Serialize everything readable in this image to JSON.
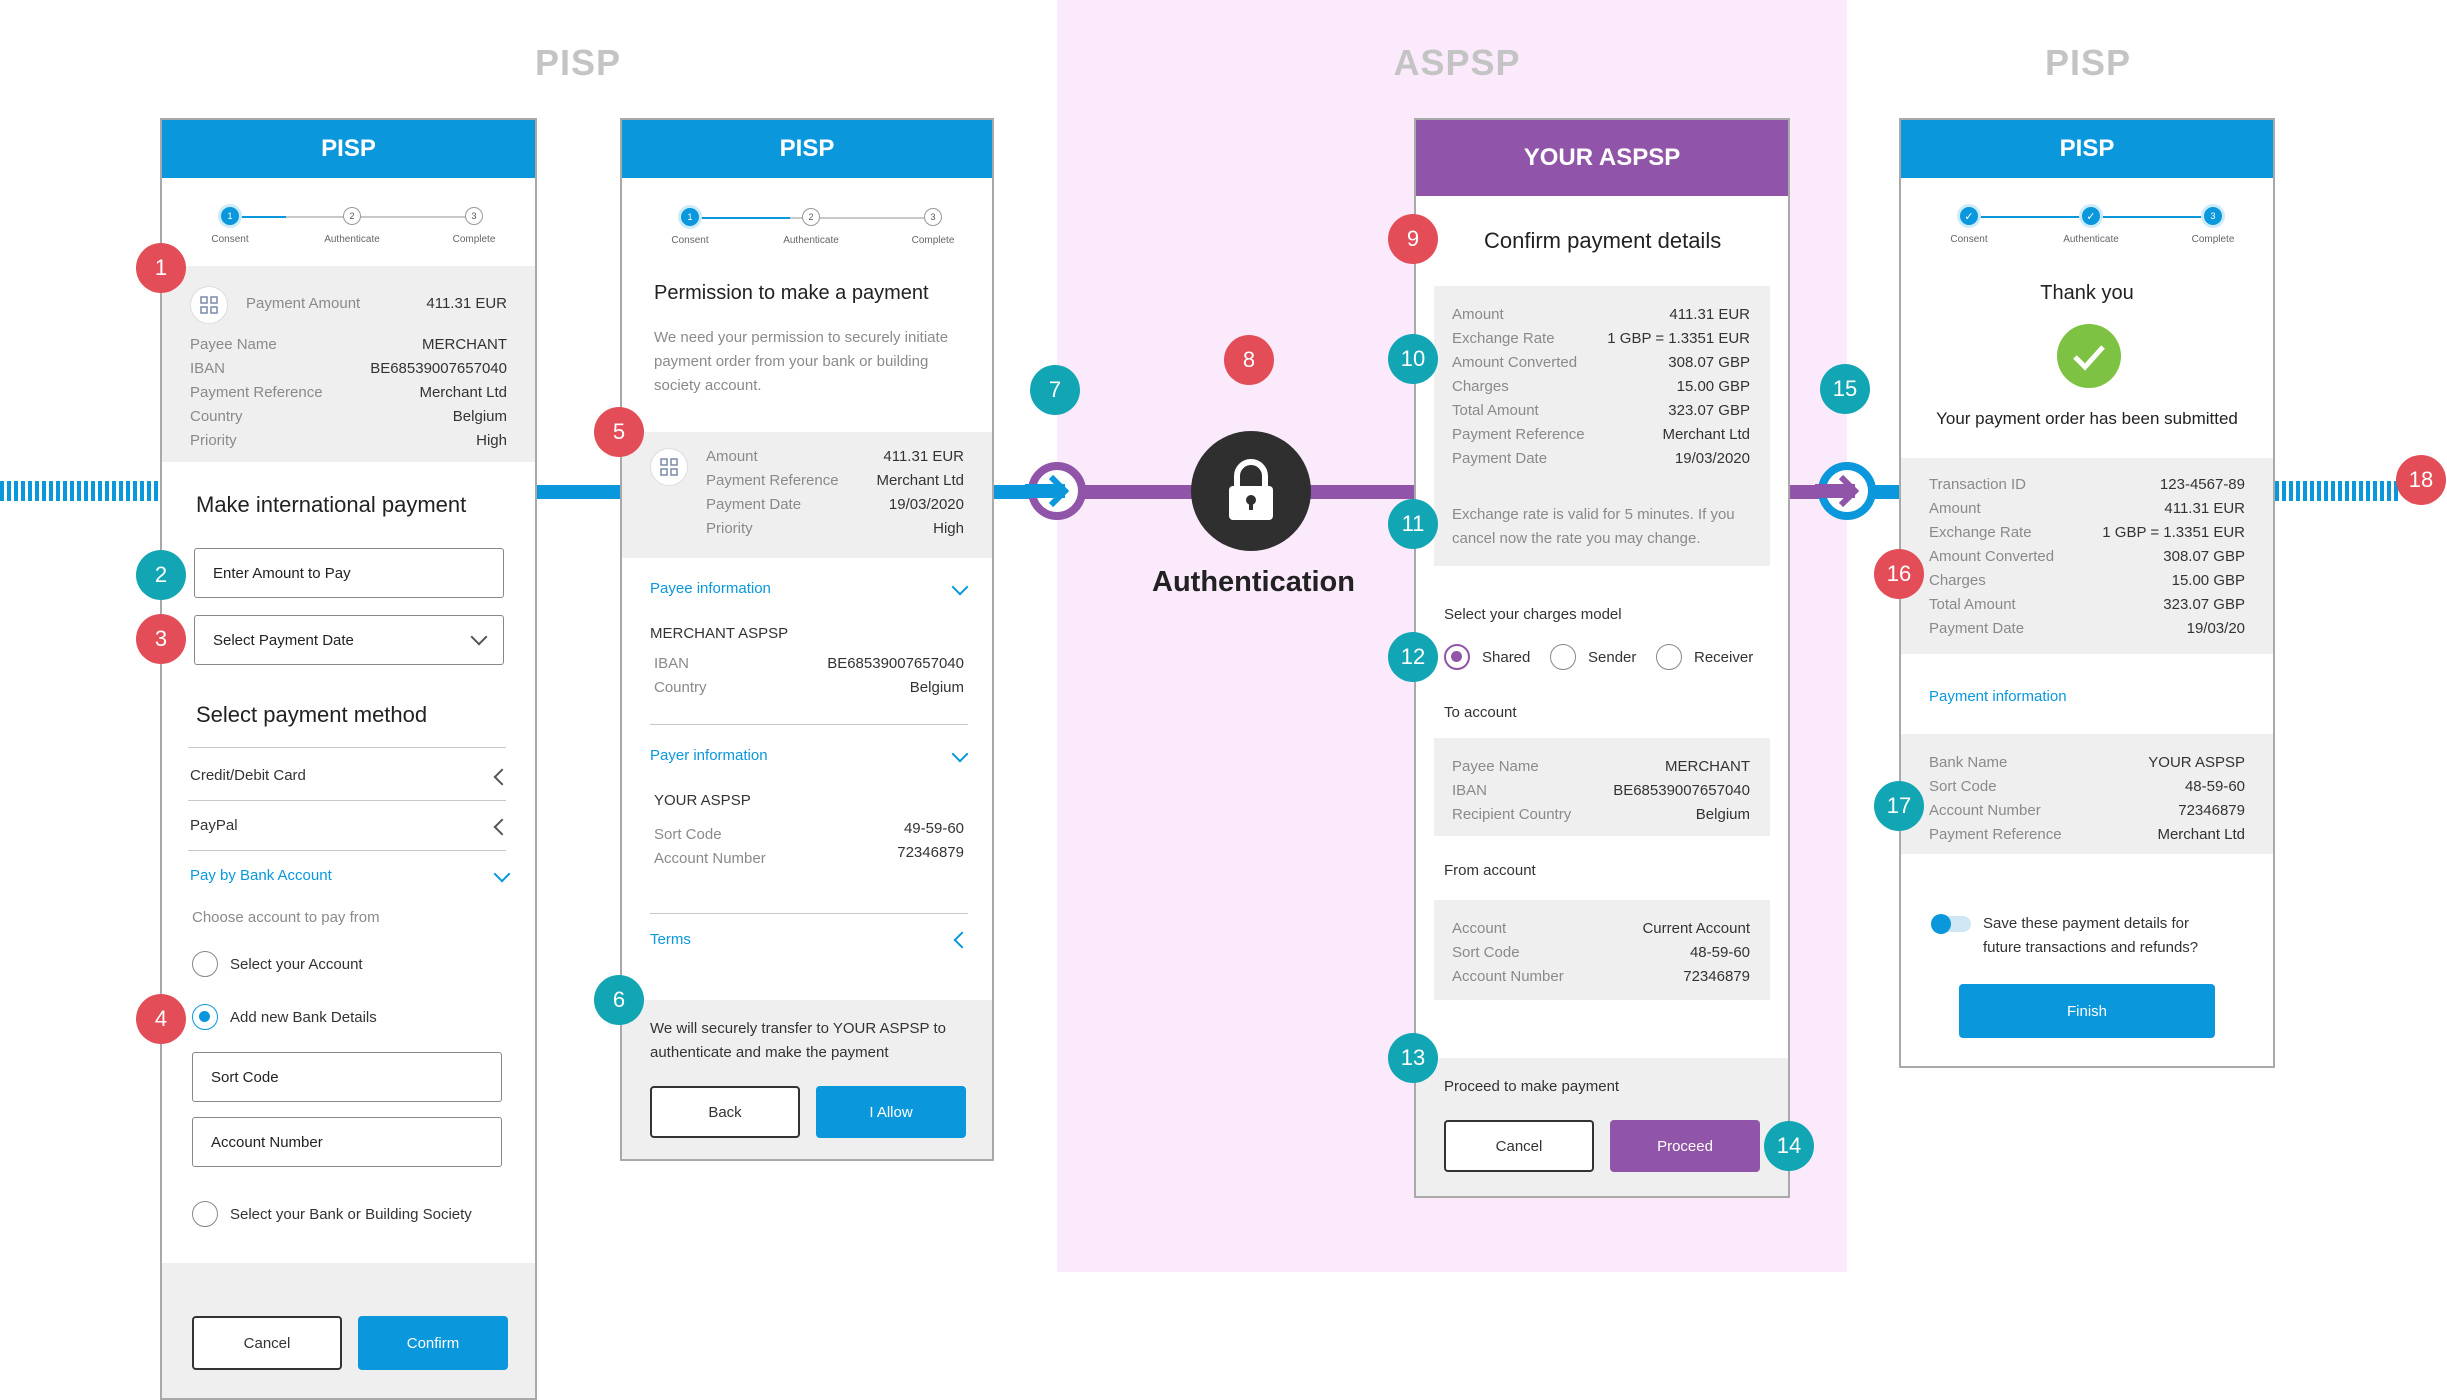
{
  "sections": {
    "pisp_left": "PISP",
    "aspsp": "ASPSP",
    "pisp_right": "PISP"
  },
  "colors": {
    "blue": "#0a97dc",
    "purple": "#9054a8",
    "red_badge": "#e24d58",
    "teal_badge": "#12a5b3",
    "aspsp_zone": "#faeafc"
  },
  "steps": [
    "Consent",
    "Authenticate",
    "Complete"
  ],
  "screen1": {
    "header": "PISP",
    "payment_amount_label": "Payment Amount",
    "payment_amount_value": "411.31 EUR",
    "rows": [
      {
        "label": "Payee Name",
        "value": "MERCHANT"
      },
      {
        "label": "IBAN",
        "value": "BE68539007657040"
      },
      {
        "label": "Payment Reference",
        "value": "Merchant Ltd"
      },
      {
        "label": "Country",
        "value": "Belgium"
      },
      {
        "label": "Priority",
        "value": "High"
      }
    ],
    "title": "Make international payment",
    "amount_field": "Enter Amount to Pay",
    "date_select": "Select Payment Date",
    "method_title": "Select payment method",
    "method_card": "Credit/Debit Card",
    "method_paypal": "PayPal",
    "method_bank": "Pay by Bank Account",
    "choose_account": "Choose account to pay from",
    "radio_select_account": "Select your Account",
    "radio_new_bank": "Add new Bank Details",
    "sort_code": "Sort Code",
    "account_number": "Account Number",
    "radio_select_bank": "Select your Bank or Building Society",
    "cancel": "Cancel",
    "confirm": "Confirm"
  },
  "screen2": {
    "header": "PISP",
    "title": "Permission to make a payment",
    "desc1": "We need your permission to securely initiate",
    "desc2": "payment order from your bank or building",
    "desc3": "society account.",
    "rows": [
      {
        "label": "Amount",
        "value": "411.31 EUR"
      },
      {
        "label": "Payment Reference",
        "value": "Merchant Ltd"
      },
      {
        "label": "Payment Date",
        "value": "19/03/2020"
      },
      {
        "label": "Priority",
        "value": "High"
      }
    ],
    "payee_info": "Payee information",
    "payee_name": "MERCHANT ASPSP",
    "payee_rows": [
      {
        "label": "IBAN",
        "value": "BE68539007657040"
      },
      {
        "label": "Country",
        "value": "Belgium"
      }
    ],
    "payer_info": "Payer information",
    "payer_name": "YOUR ASPSP",
    "payer_rows": [
      {
        "label": "Sort Code",
        "value": "49-59-60"
      },
      {
        "label": "Account Number",
        "value": "72346879"
      }
    ],
    "terms": "Terms",
    "transfer1": "We will securely transfer to YOUR ASPSP to",
    "transfer2": "authenticate and make the payment",
    "back": "Back",
    "allow": "I Allow"
  },
  "auth": {
    "label": "Authentication"
  },
  "screen3": {
    "header": "YOUR ASPSP",
    "title": "Confirm payment details",
    "rows": [
      {
        "label": "Amount",
        "value": "411.31 EUR"
      },
      {
        "label": "Exchange Rate",
        "value": "1 GBP = 1.3351 EUR"
      },
      {
        "label": "Amount Converted",
        "value": "308.07 GBP"
      },
      {
        "label": "Charges",
        "value": "15.00 GBP"
      },
      {
        "label": "Total Amount",
        "value": "323.07 GBP"
      },
      {
        "label": "Payment Reference",
        "value": "Merchant Ltd"
      },
      {
        "label": "Payment Date",
        "value": "19/03/2020"
      }
    ],
    "rate_note1": "Exchange rate is valid for 5 minutes. If you",
    "rate_note2": "cancel now the rate you may change.",
    "charges_title": "Select your charges model",
    "charge_shared": "Shared",
    "charge_sender": "Sender",
    "charge_receiver": "Receiver",
    "to_account": "To account",
    "to_rows": [
      {
        "label": "Payee Name",
        "value": "MERCHANT"
      },
      {
        "label": "IBAN",
        "value": "BE68539007657040"
      },
      {
        "label": "Recipient Country",
        "value": "Belgium"
      }
    ],
    "from_account": "From account",
    "from_rows": [
      {
        "label": "Account",
        "value": "Current Account"
      },
      {
        "label": "Sort Code",
        "value": "48-59-60"
      },
      {
        "label": "Account Number",
        "value": "72346879"
      }
    ],
    "proceed_text": "Proceed to make payment",
    "cancel": "Cancel",
    "proceed": "Proceed"
  },
  "screen4": {
    "header": "PISP",
    "thank_you": "Thank you",
    "submitted": "Your payment order has been submitted",
    "rows": [
      {
        "label": "Transaction ID",
        "value": "123-4567-89"
      },
      {
        "label": "Amount",
        "value": "411.31 EUR"
      },
      {
        "label": "Exchange Rate",
        "value": "1 GBP = 1.3351 EUR"
      },
      {
        "label": "Amount Converted",
        "value": "308.07 GBP"
      },
      {
        "label": "Charges",
        "value": "15.00 GBP"
      },
      {
        "label": "Total Amount",
        "value": "323.07 GBP"
      },
      {
        "label": "Payment Date",
        "value": "19/03/20"
      }
    ],
    "payment_info": "Payment information",
    "bank_rows": [
      {
        "label": "Bank Name",
        "value": "YOUR ASPSP"
      },
      {
        "label": "Sort Code",
        "value": "48-59-60"
      },
      {
        "label": "Account Number",
        "value": "72346879"
      },
      {
        "label": "Payment Reference",
        "value": "Merchant Ltd"
      }
    ],
    "save1": "Save these payment details for",
    "save2": "future transactions and refunds?",
    "finish": "Finish"
  },
  "badges": [
    "1",
    "2",
    "3",
    "4",
    "5",
    "6",
    "7",
    "8",
    "9",
    "10",
    "11",
    "12",
    "13",
    "14",
    "15",
    "16",
    "17",
    "18"
  ]
}
